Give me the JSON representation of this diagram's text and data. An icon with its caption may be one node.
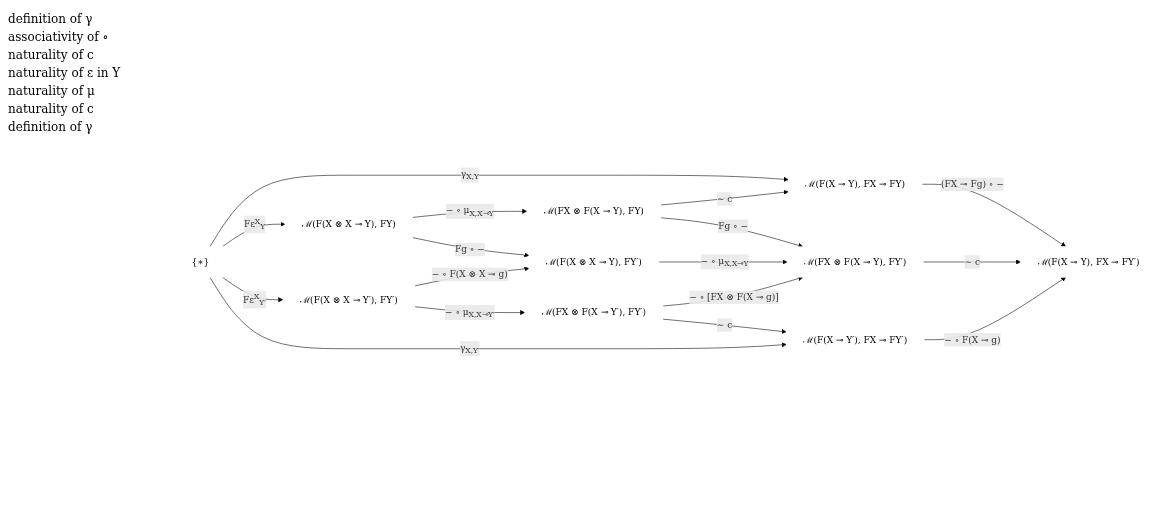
{
  "diagram": {
    "nodes": [
      {
        "text": [
          "{∗}"
        ]
      },
      {
        "text": [
          "ℳ(F(X ⊗ X ⊸ Y), FY)"
        ]
      },
      {
        "text": [
          "ℳ(FX ⊗ F(X ⊸ Y), FY)"
        ]
      },
      {
        "text": [
          "ℳ(F(X ⊸ Y), FX ⊸ FY)"
        ]
      },
      {
        "text": [
          "ℳ(F(X ⊗ X ⊸ Y), FY′)"
        ]
      },
      {
        "text": [
          "ℳ(FX ⊗ F(X ⊸ Y), FY′)"
        ]
      },
      {
        "text": [
          "ℳ(F(X ⊸ Y), FX ⊸ FY′)"
        ]
      },
      {
        "text": [
          "ℳ(F(X ⊗ X ⊸ Y′), FY′)"
        ]
      },
      {
        "text": [
          "ℳ(FX ⊗ F(X ⊸ Y′), FY′)"
        ]
      },
      {
        "text": [
          "ℳ(F(X ⊸ Y′), FX ⊸ FY′)"
        ]
      }
    ],
    "edges": [
      {
        "from": 0,
        "to": 3,
        "arrow": "to",
        "label": "γ$_{X,Y}$"
      },
      {
        "from": 0,
        "to": 1,
        "arrow": "to",
        "label": "Fε$^{X}$$_{Y}$"
      },
      {
        "from": 0,
        "to": 7,
        "arrow": "to",
        "label": "Fε$^{X}$$_{Y′}$"
      },
      {
        "from": 0,
        "to": 9,
        "arrow": "to",
        "label": "γ$_{X,Y′}$"
      },
      {
        "from": 1,
        "to": 2,
        "arrow": "to",
        "label": "− ∘ μ$_{X,X⊸Y}$"
      },
      {
        "from": 2,
        "to": 3,
        "arrow": "to",
        "label": "∼ c"
      },
      {
        "from": 1,
        "to": 4,
        "arrow": "to",
        "label": "Fg ∘ −"
      },
      {
        "from": 2,
        "to": 5,
        "arrow": "to",
        "label": "Fg ∘ −"
      },
      {
        "from": 3,
        "to": 6,
        "arrow": "to",
        "label": "(FX ⊸ Fg) ∘ −"
      },
      {
        "from": 4,
        "to": 5,
        "arrow": "to",
        "label": "− ∘ μ$_{X,X⊸Y}$"
      },
      {
        "from": 5,
        "to": 6,
        "arrow": "to",
        "label": "∼ c"
      },
      {
        "from": 7,
        "to": 4,
        "arrow": "to",
        "label": "− ∘ F(X ⊗ X ⊸ g)"
      },
      {
        "from": 8,
        "to": 5,
        "arrow": "to",
        "label": "− ∘ [FX ⊗ F(X ⊸ g)]"
      },
      {
        "from": 9,
        "to": 6,
        "arrow": "to",
        "label": "− ∘ F(X ⊸ g)"
      },
      {
        "from": 7,
        "to": 8,
        "arrow": "to",
        "label": "− ∘ μ$_{X,X⊸Y′}$"
      },
      {
        "from": 8,
        "to": 9,
        "arrow": "to",
        "label": "∼ c"
      }
    ],
    "labels": [
      "definition of γ",
      "associativity of ∘",
      "naturality of c",
      "naturality of ε in Y",
      "naturality of μ",
      "naturality of c",
      "definition of γ"
    ]
  }
}
